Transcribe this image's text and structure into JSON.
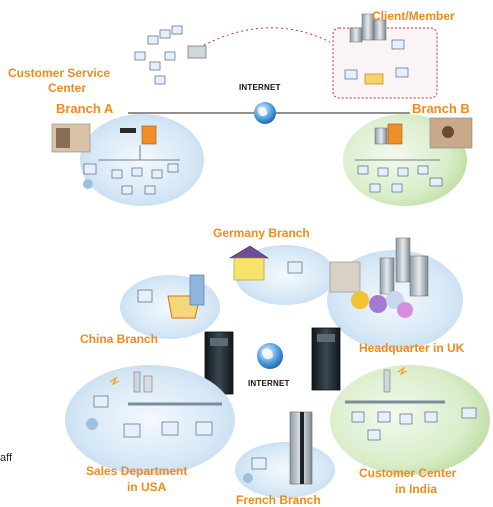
{
  "network_labels": {
    "internet_top": "INTERNET",
    "internet_center": "INTERNET"
  },
  "top_section": {
    "client_member": "Client/Member",
    "customer_service_line1": "Customer Service",
    "customer_service_line2": "Center",
    "branch_a": "Branch A",
    "branch_b": "Branch B"
  },
  "bottom_section": {
    "germany_branch": "Germany Branch",
    "china_branch": "China Branch",
    "headquarter_uk": "Headquarter in UK",
    "sales_usa_line1": "Sales Department",
    "sales_usa_line2": "in USA",
    "customer_india_line1": "Customer Center",
    "customer_india_line2": "in India",
    "french_branch": "French Branch"
  },
  "stray_text": "aff",
  "colors": {
    "label_orange": "#f28a1c",
    "bubble_blue": "#cfe3f3",
    "bubble_green": "#d6ebc4",
    "server_dark": "#1f2a30"
  },
  "icons": [
    "globe-icon",
    "server-tower-icon",
    "computer-icon",
    "building-icon",
    "user-icon",
    "house-icon"
  ]
}
